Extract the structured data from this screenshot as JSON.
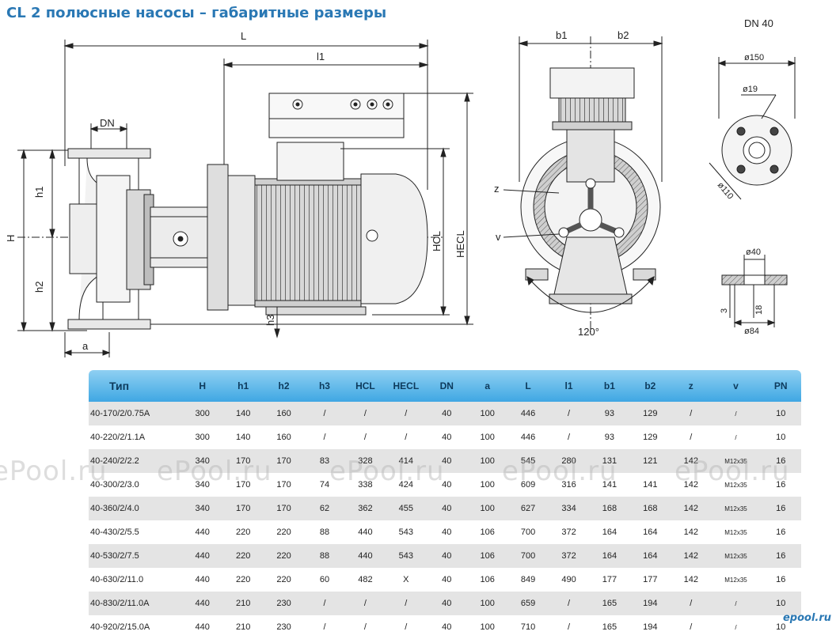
{
  "title": "CL 2 полюсные насосы – габаритные размеры",
  "dimension_labels": {
    "L": "L",
    "l1": "l1",
    "DN": "DN",
    "H": "H",
    "h1": "h1",
    "h2": "h2",
    "h3": "h3",
    "HCL": "HCL",
    "HECL": "HECL",
    "a": "a",
    "b1": "b1",
    "b2": "b2",
    "z": "z",
    "v": "v",
    "angle": "120°"
  },
  "flange": {
    "title": "DN 40",
    "d150": "ø150",
    "d19": "ø19",
    "d110": "ø110",
    "d40": "ø40",
    "d84": "ø84",
    "t3": "3",
    "t18": "18"
  },
  "table": {
    "headers": [
      "Тип",
      "H",
      "h1",
      "h2",
      "h3",
      "HCL",
      "HECL",
      "DN",
      "a",
      "L",
      "l1",
      "b1",
      "b2",
      "z",
      "v",
      "PN"
    ],
    "rows": [
      [
        "40-170/2/0.75A",
        "300",
        "140",
        "160",
        "/",
        "/",
        "/",
        "40",
        "100",
        "446",
        "/",
        "93",
        "129",
        "/",
        "/",
        "10"
      ],
      [
        "40-220/2/1.1A",
        "300",
        "140",
        "160",
        "/",
        "/",
        "/",
        "40",
        "100",
        "446",
        "/",
        "93",
        "129",
        "/",
        "/",
        "10"
      ],
      [
        "40-240/2/2.2",
        "340",
        "170",
        "170",
        "83",
        "328",
        "414",
        "40",
        "100",
        "545",
        "280",
        "131",
        "121",
        "142",
        "M12x35",
        "16"
      ],
      [
        "40-300/2/3.0",
        "340",
        "170",
        "170",
        "74",
        "338",
        "424",
        "40",
        "100",
        "609",
        "316",
        "141",
        "141",
        "142",
        "M12x35",
        "16"
      ],
      [
        "40-360/2/4.0",
        "340",
        "170",
        "170",
        "62",
        "362",
        "455",
        "40",
        "100",
        "627",
        "334",
        "168",
        "168",
        "142",
        "M12x35",
        "16"
      ],
      [
        "40-430/2/5.5",
        "440",
        "220",
        "220",
        "88",
        "440",
        "543",
        "40",
        "106",
        "700",
        "372",
        "164",
        "164",
        "142",
        "M12x35",
        "16"
      ],
      [
        "40-530/2/7.5",
        "440",
        "220",
        "220",
        "88",
        "440",
        "543",
        "40",
        "106",
        "700",
        "372",
        "164",
        "164",
        "142",
        "M12x35",
        "16"
      ],
      [
        "40-630/2/11.0",
        "440",
        "220",
        "220",
        "60",
        "482",
        "X",
        "40",
        "106",
        "849",
        "490",
        "177",
        "177",
        "142",
        "M12x35",
        "16"
      ],
      [
        "40-830/2/11.0A",
        "440",
        "210",
        "230",
        "/",
        "/",
        "/",
        "40",
        "100",
        "659",
        "/",
        "165",
        "194",
        "/",
        "/",
        "10"
      ],
      [
        "40-920/2/15.0A",
        "440",
        "210",
        "230",
        "/",
        "/",
        "/",
        "40",
        "100",
        "710",
        "/",
        "165",
        "194",
        "/",
        "/",
        "10"
      ]
    ]
  },
  "watermark": "ePool.ru",
  "brand": "epool.ru"
}
